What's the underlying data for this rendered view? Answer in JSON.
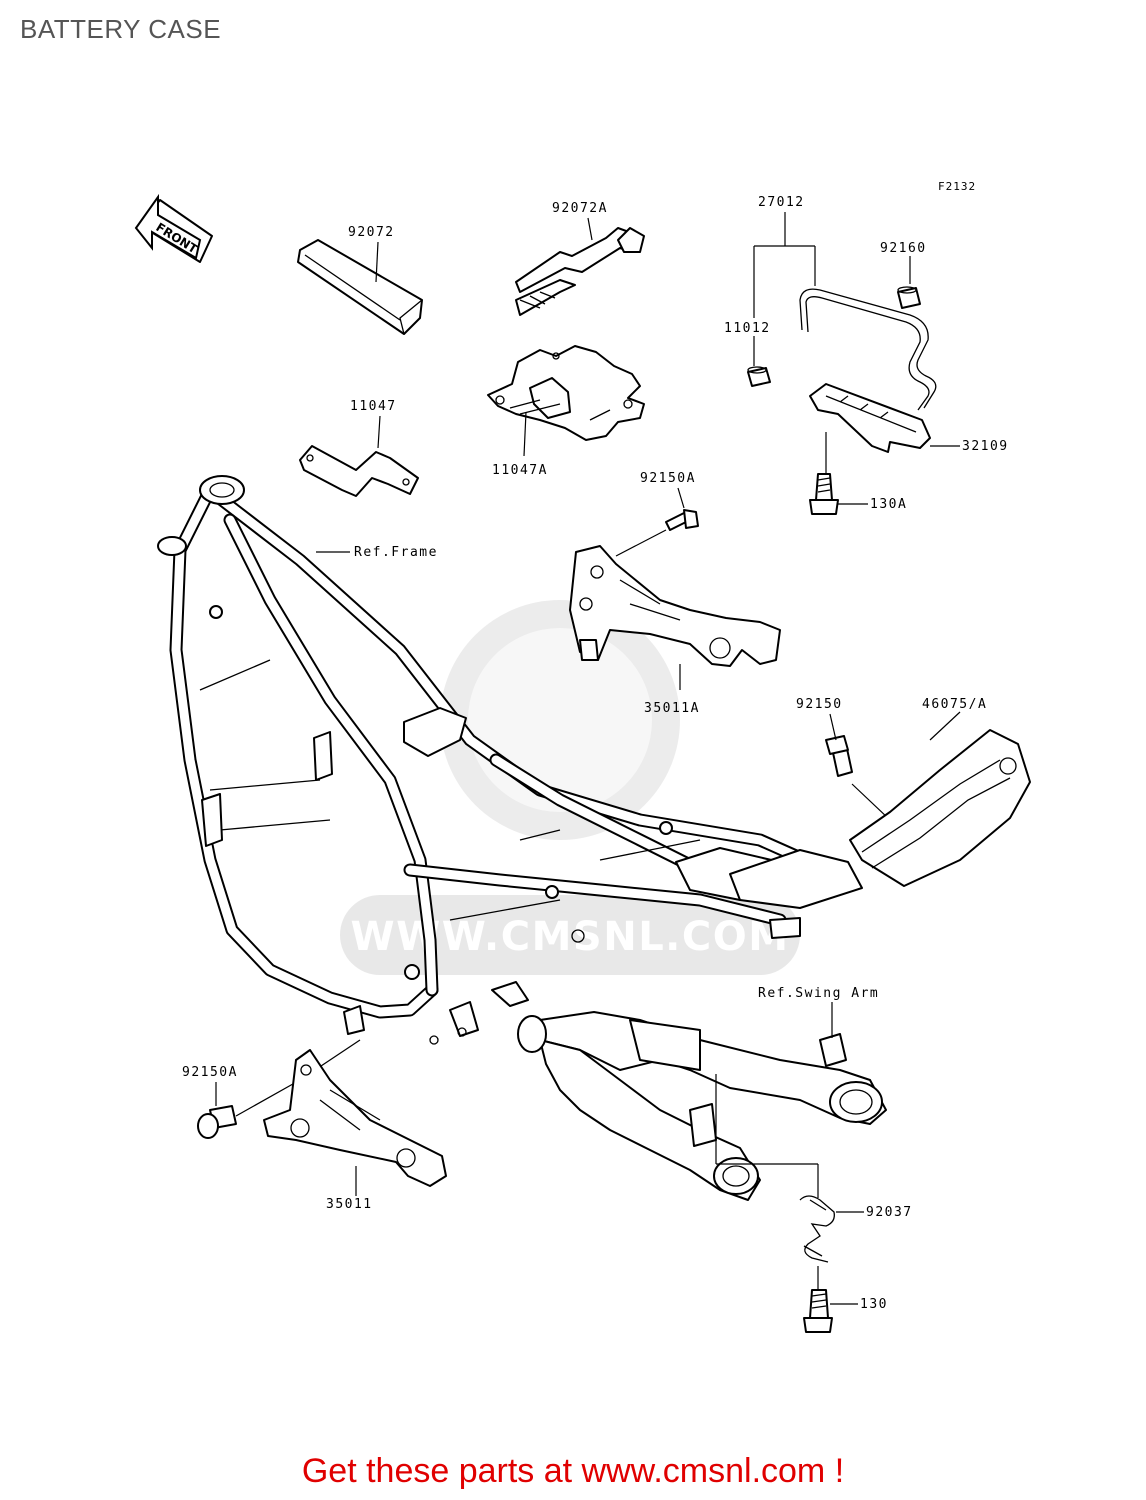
{
  "page": {
    "title": "BATTERY CASE",
    "figure_code": "F2132",
    "front_arrow_label": "FRONT",
    "watermark_text": "WWW.CMSNL.COM",
    "call_to_action": "Get these parts at www.cmsnl.com !"
  },
  "parts": {
    "p92072": "92072",
    "p92072A": "92072A",
    "p27012": "27012",
    "p92160": "92160",
    "p11012": "11012",
    "p11047": "11047",
    "p11047A": "11047A",
    "p32109": "32109",
    "p92150A_top": "92150A",
    "p130A": "130A",
    "ref_frame": "Ref.Frame",
    "p35011A": "35011A",
    "p92150": "92150",
    "p46075A": "46075/A",
    "ref_swing_arm": "Ref.Swing Arm",
    "p92150A_bottom": "92150A",
    "p35011": "35011",
    "p92037": "92037",
    "p130": "130"
  },
  "colors": {
    "title": "#555555",
    "call_to_action": "#e00000",
    "watermark": "#e4e4e4",
    "line_art": "#000000"
  }
}
